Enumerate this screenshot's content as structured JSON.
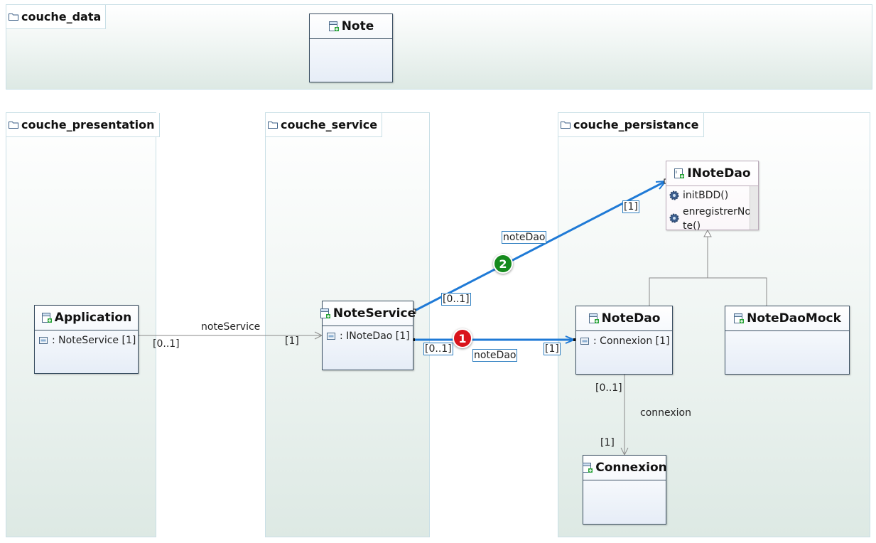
{
  "packages": {
    "data": "couche_data",
    "presentation": "couche_presentation",
    "service": "couche_service",
    "persistance": "couche_persistance"
  },
  "classes": {
    "note": {
      "name": "Note"
    },
    "application": {
      "name": "Application",
      "attr": ": NoteService [1]"
    },
    "note_service": {
      "name": "NoteService",
      "attr": ": INoteDao [1]"
    },
    "note_dao": {
      "name": "NoteDao",
      "attr": ": Connexion [1]"
    },
    "note_dao_mock": {
      "name": "NoteDaoMock"
    },
    "connexion": {
      "name": "Connexion"
    }
  },
  "interface": {
    "name": "INoteDao",
    "ops": [
      "initBDD()",
      "enregistrerNote()"
    ]
  },
  "associations": {
    "app_service": {
      "name": "noteService",
      "source_mult": "[0..1]",
      "target_mult": "[1]"
    },
    "service_dao": {
      "name": "noteDao",
      "source_mult": "[0..1]",
      "target_mult": "[1]"
    },
    "service_inotedao": {
      "name": "noteDao",
      "source_mult": "[0..1]",
      "target_mult": "[1]"
    },
    "dao_connexion": {
      "name": "connexion",
      "source_mult": "[0..1]",
      "target_mult": "[1]"
    }
  },
  "markers": {
    "one": "1",
    "two": "2"
  },
  "colors": {
    "highlight_line": "#1f7ad6",
    "marker_one": "#d9141c",
    "marker_two": "#158a1d",
    "class_border": "#3a4f62"
  }
}
